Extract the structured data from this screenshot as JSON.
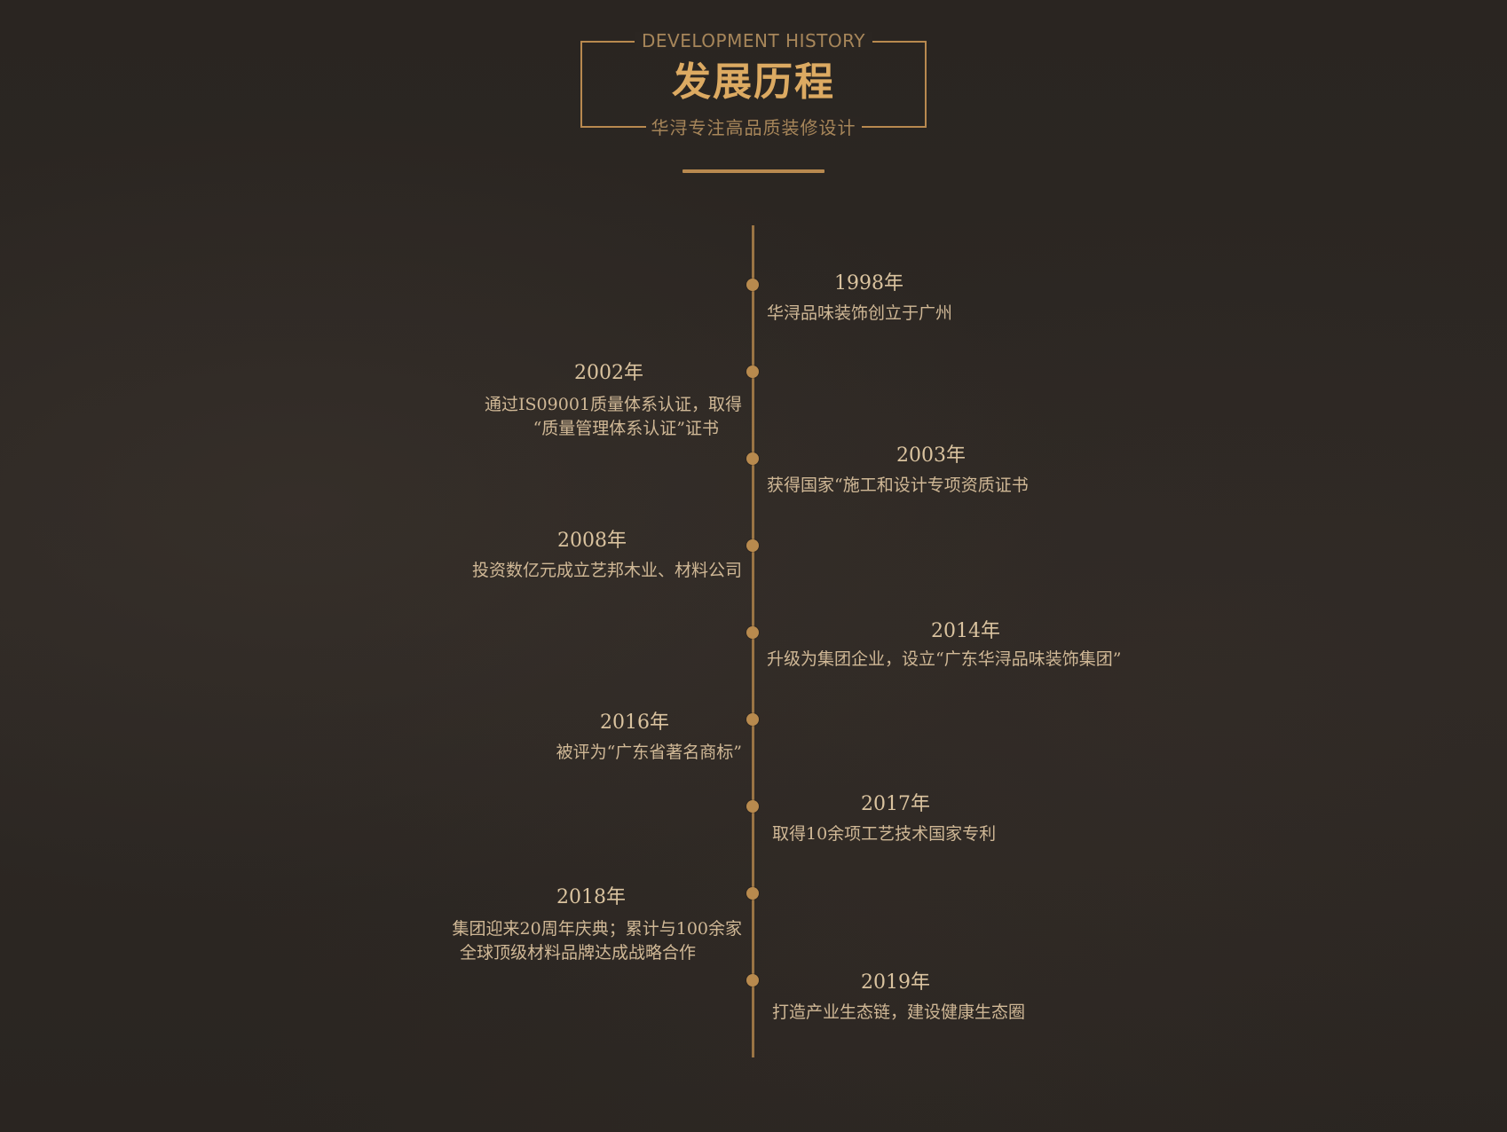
{
  "header": {
    "en_title": "DEVELOPMENT HISTORY",
    "cn_title": "发展历程",
    "cn_subtitle": "华浔专注高品质装修设计"
  },
  "timeline": [
    {
      "year": "1998年",
      "desc": [
        "华浔品味装饰创立于广州"
      ],
      "side": "right"
    },
    {
      "year": "2002年",
      "desc": [
        "通过IS09001质量体系认证，取得",
        "“质量管理体系认证”证书"
      ],
      "side": "left"
    },
    {
      "year": "2003年",
      "desc": [
        "获得国家“施工和设计专项资质证书"
      ],
      "side": "right"
    },
    {
      "year": "2008年",
      "desc": [
        "投资数亿元成立艺邦木业、材料公司"
      ],
      "side": "left"
    },
    {
      "year": "2014年",
      "desc": [
        "升级为集团企业，设立“广东华浔品味装饰集团”"
      ],
      "side": "right"
    },
    {
      "year": "2016年",
      "desc": [
        "被评为“广东省著名商标”"
      ],
      "side": "left"
    },
    {
      "year": "2017年",
      "desc": [
        "取得10余项工艺技术国家专利"
      ],
      "side": "right"
    },
    {
      "year": "2018年",
      "desc": [
        "集团迎来20周年庆典；累计与100余家",
        "全球顶级材料品牌达成战略合作"
      ],
      "side": "left"
    },
    {
      "year": "2019年",
      "desc": [
        "打造产业生态链，建设健康生态圈"
      ],
      "side": "right"
    }
  ],
  "colors": {
    "background": "#2b2622",
    "accent_gold": "#b8894f",
    "title_gold": "#dcaa62",
    "text": "#d9c4a3"
  }
}
